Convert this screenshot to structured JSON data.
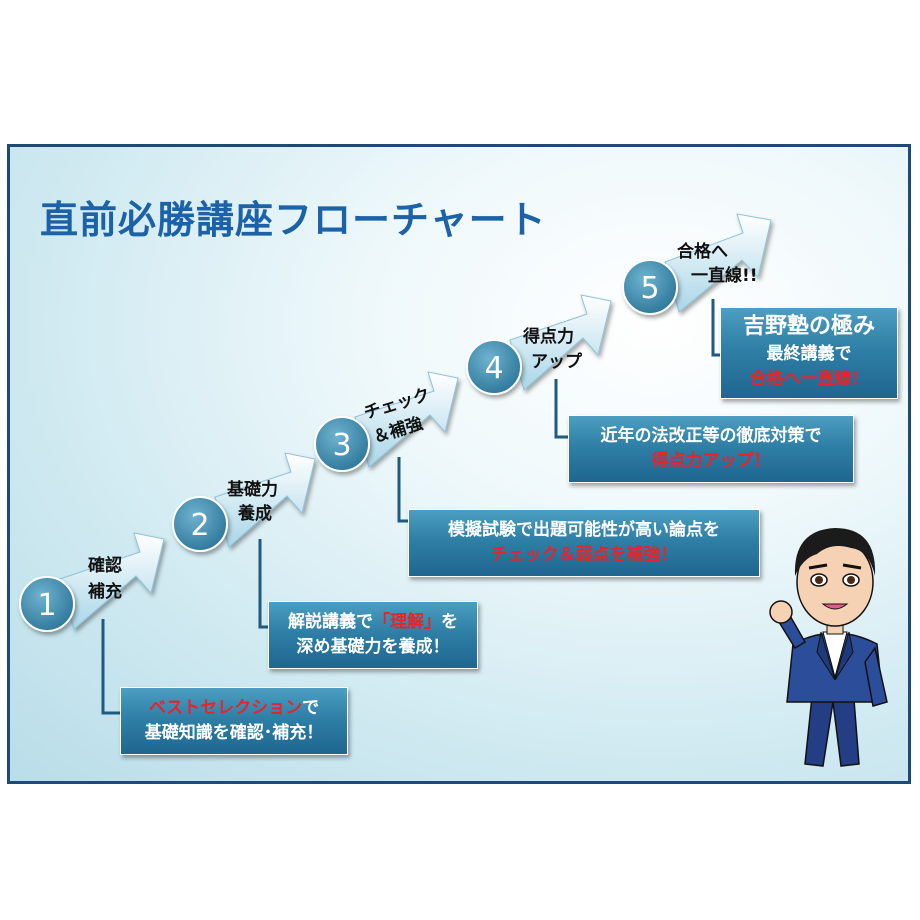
{
  "title": "直前必勝講座フローチャート",
  "colors": {
    "title": "#1b62a8",
    "circle": "#3f8fb1",
    "box": "#2f7fa6",
    "highlight": "#e8232a",
    "frame": "#1d4a78"
  },
  "steps": [
    {
      "number": "1",
      "line1": "確認",
      "line2": "補充"
    },
    {
      "number": "2",
      "line1": "基礎力",
      "line2": "養成"
    },
    {
      "number": "3",
      "line1": "チェック",
      "line2": "＆補強"
    },
    {
      "number": "4",
      "line1": "得点力",
      "line2": "アップ"
    },
    {
      "number": "5",
      "line1": "合格へ",
      "line2": "一直線!!"
    }
  ],
  "boxes": [
    {
      "highlight": "ベストセレクション",
      "after": "で",
      "line2": "基礎知識を確認･補充！"
    },
    {
      "before": "解説講義で",
      "highlight": "「理解」",
      "after": "を",
      "line2": "深め基礎力を養成！"
    },
    {
      "line1": "模擬試験で出題可能性が高い論点を",
      "highlight": "チェック＆弱点を補強！"
    },
    {
      "line1": "近年の法改正等の徹底対策で",
      "highlight": "得点力アップ！"
    },
    {
      "line1": "吉野塾の極み",
      "line2": "最終講義で",
      "highlight": "合格へ一直線！"
    }
  ]
}
